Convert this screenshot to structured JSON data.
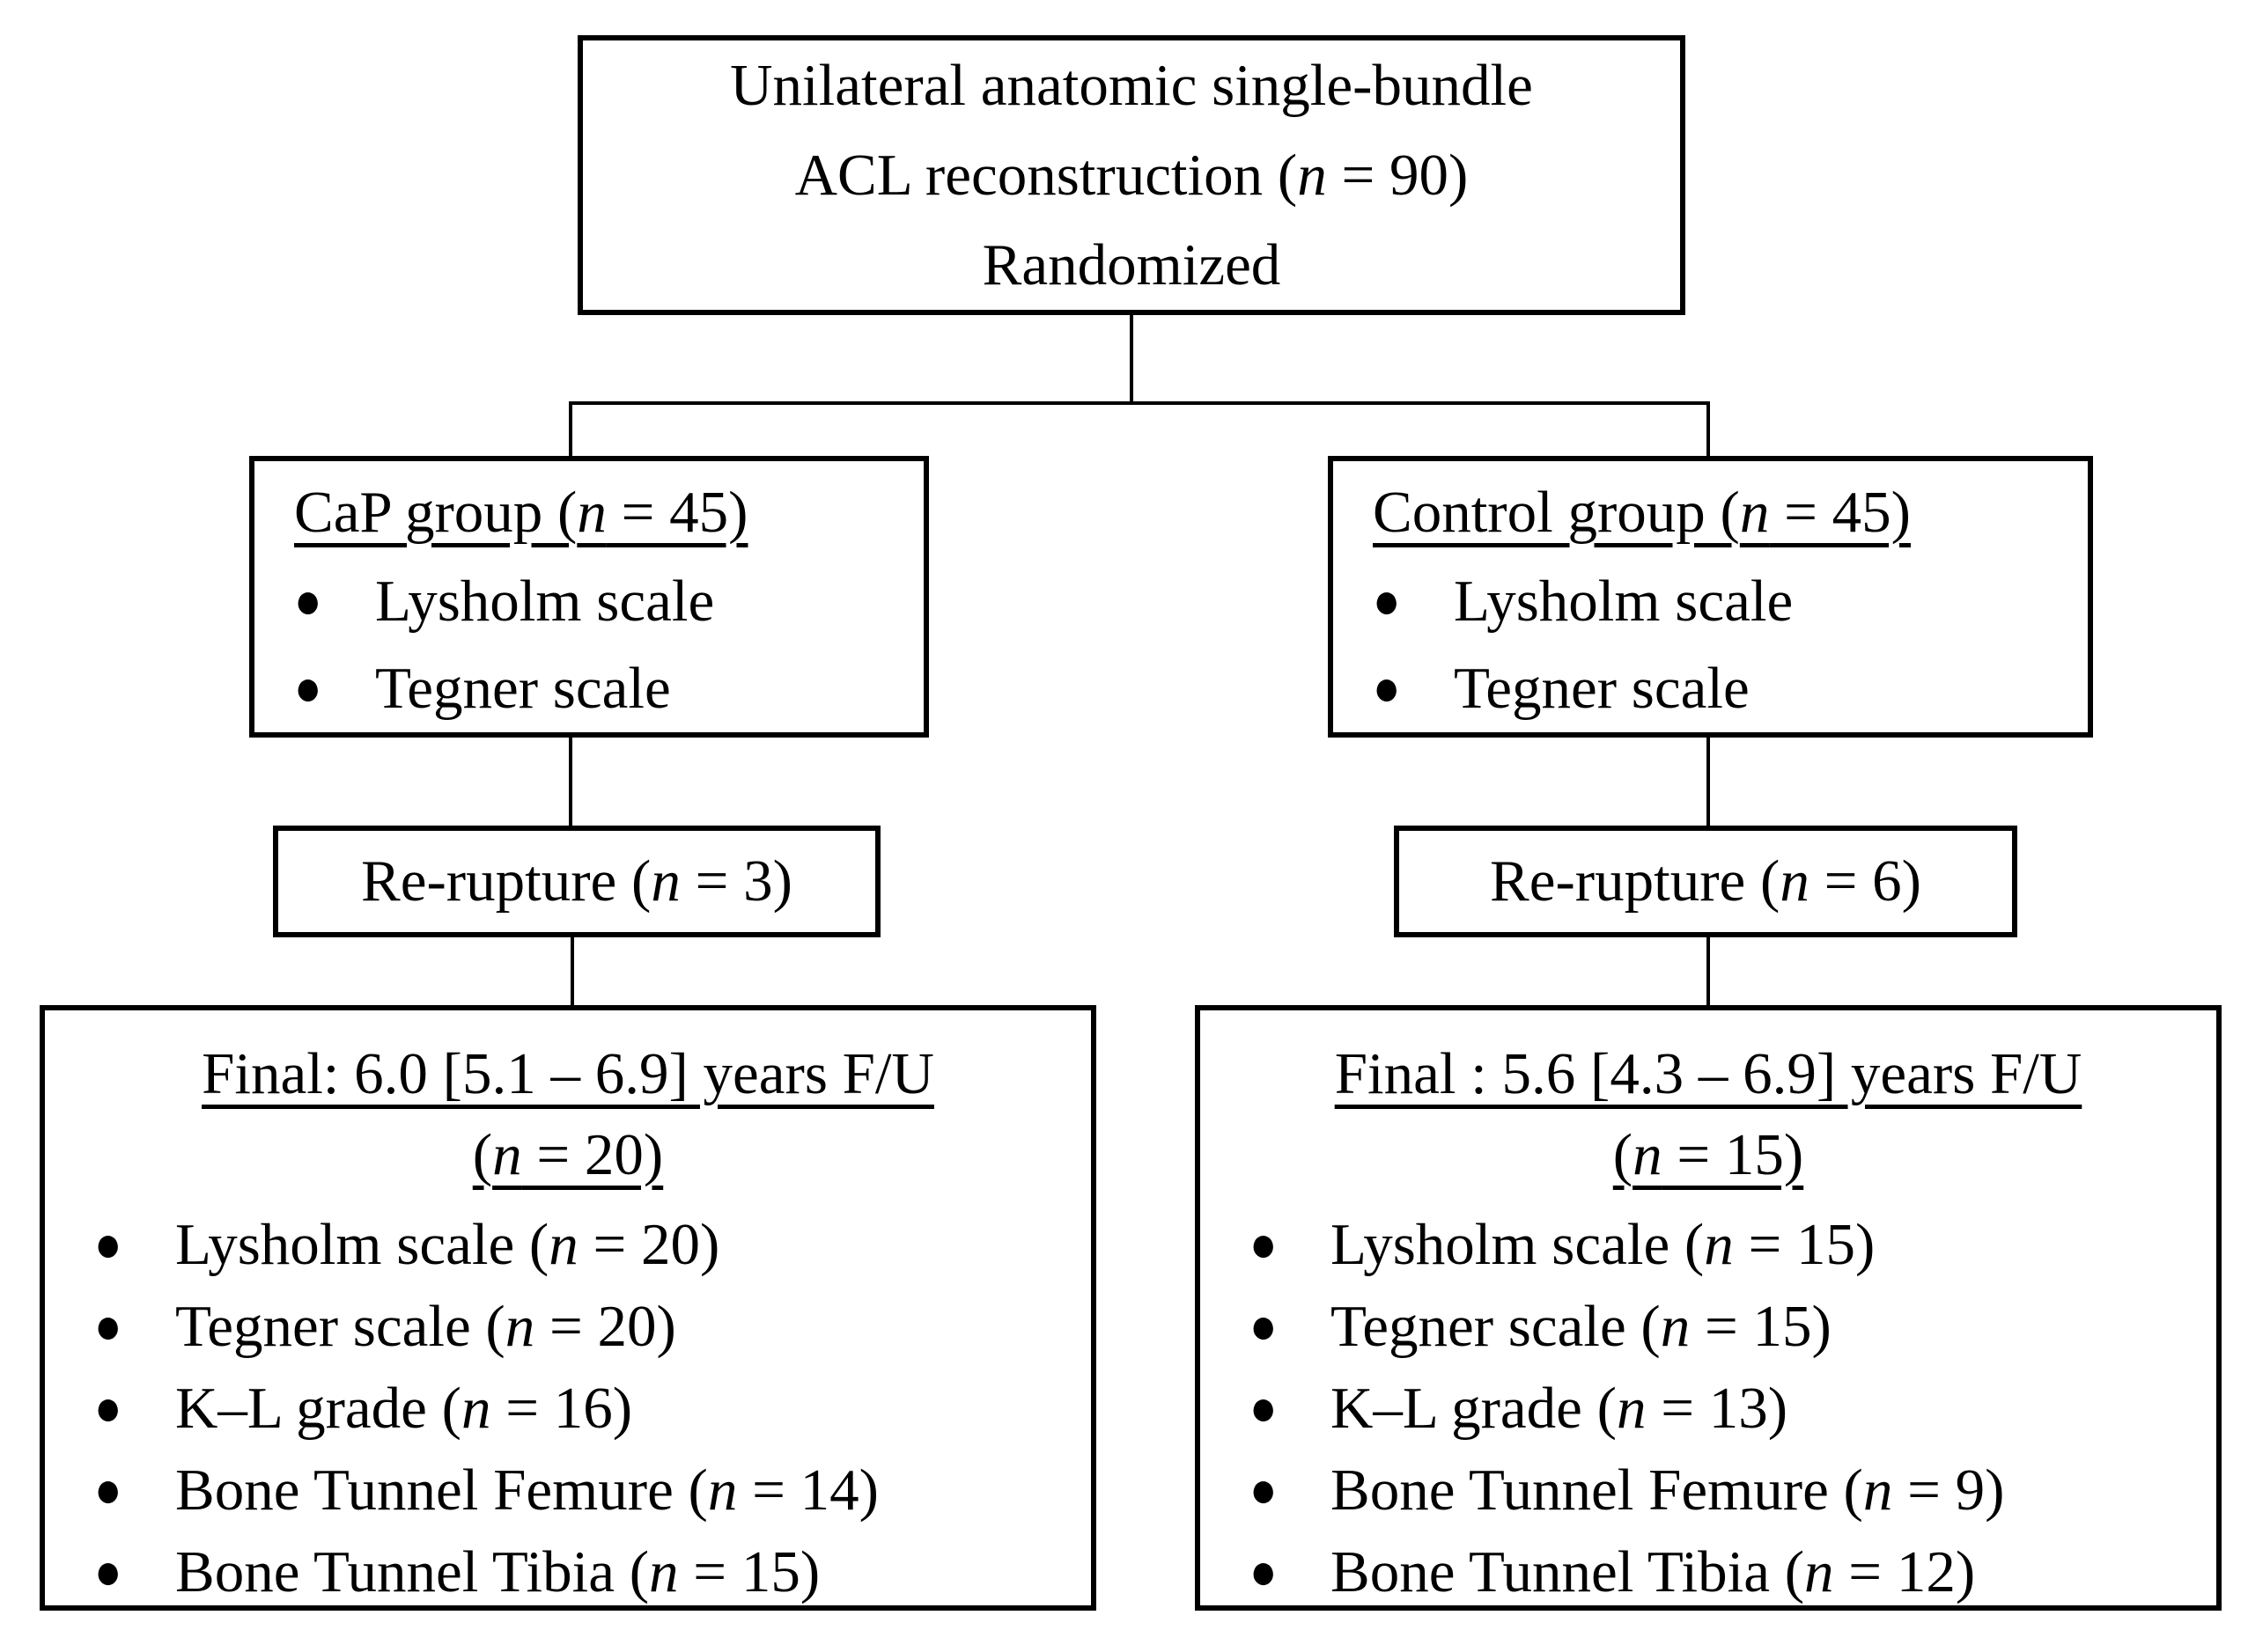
{
  "n_symbol": "n",
  "bullet_glyph": "●",
  "colors": {
    "text": "#000000",
    "border": "#000000",
    "background": "#ffffff"
  },
  "top_box": {
    "line1": "Unilateral anatomic single-bundle",
    "line2_pre": "ACL reconstruction (",
    "line2_post": " = 90)",
    "line3": "Randomized"
  },
  "cap_group": {
    "title_pre": "CaP group (",
    "title_post": " = 45)",
    "items": [
      {
        "label": "Lysholm scale"
      },
      {
        "label": "Tegner scale"
      }
    ]
  },
  "control_group": {
    "title_pre": "Control group (",
    "title_post": " = 45)",
    "items": [
      {
        "label": "Lysholm scale"
      },
      {
        "label": "Tegner scale"
      }
    ]
  },
  "re_rupture_left": {
    "pre": "Re-rupture (",
    "post": " = 3)"
  },
  "re_rupture_right": {
    "pre": "Re-rupture (",
    "post": " = 6)"
  },
  "final_left": {
    "title": "Final: 6.0 [5.1 – 6.9] years F/U",
    "n_line_pre": "(",
    "n_line_post": " = 20)",
    "items": [
      {
        "pre": "Lysholm scale (",
        "post": " = 20)"
      },
      {
        "pre": "Tegner scale (",
        "post": " = 20)"
      },
      {
        "pre": "K–L grade (",
        "post": " = 16)"
      },
      {
        "pre": "Bone Tunnel Femure (",
        "post": " = 14)"
      },
      {
        "pre": "Bone Tunnel Tibia (",
        "post": " = 15)"
      }
    ]
  },
  "final_right": {
    "title": "Final : 5.6 [4.3 – 6.9] years F/U",
    "n_line_pre": "(",
    "n_line_post": " = 15)",
    "items": [
      {
        "pre": "Lysholm scale (",
        "post": " = 15)"
      },
      {
        "pre": "Tegner scale (",
        "post": " = 15)"
      },
      {
        "pre": "K–L grade (",
        "post": " = 13)"
      },
      {
        "pre": "Bone Tunnel Femure (",
        "post": " = 9)"
      },
      {
        "pre": "Bone Tunnel Tibia (",
        "post": " = 12)"
      }
    ]
  }
}
